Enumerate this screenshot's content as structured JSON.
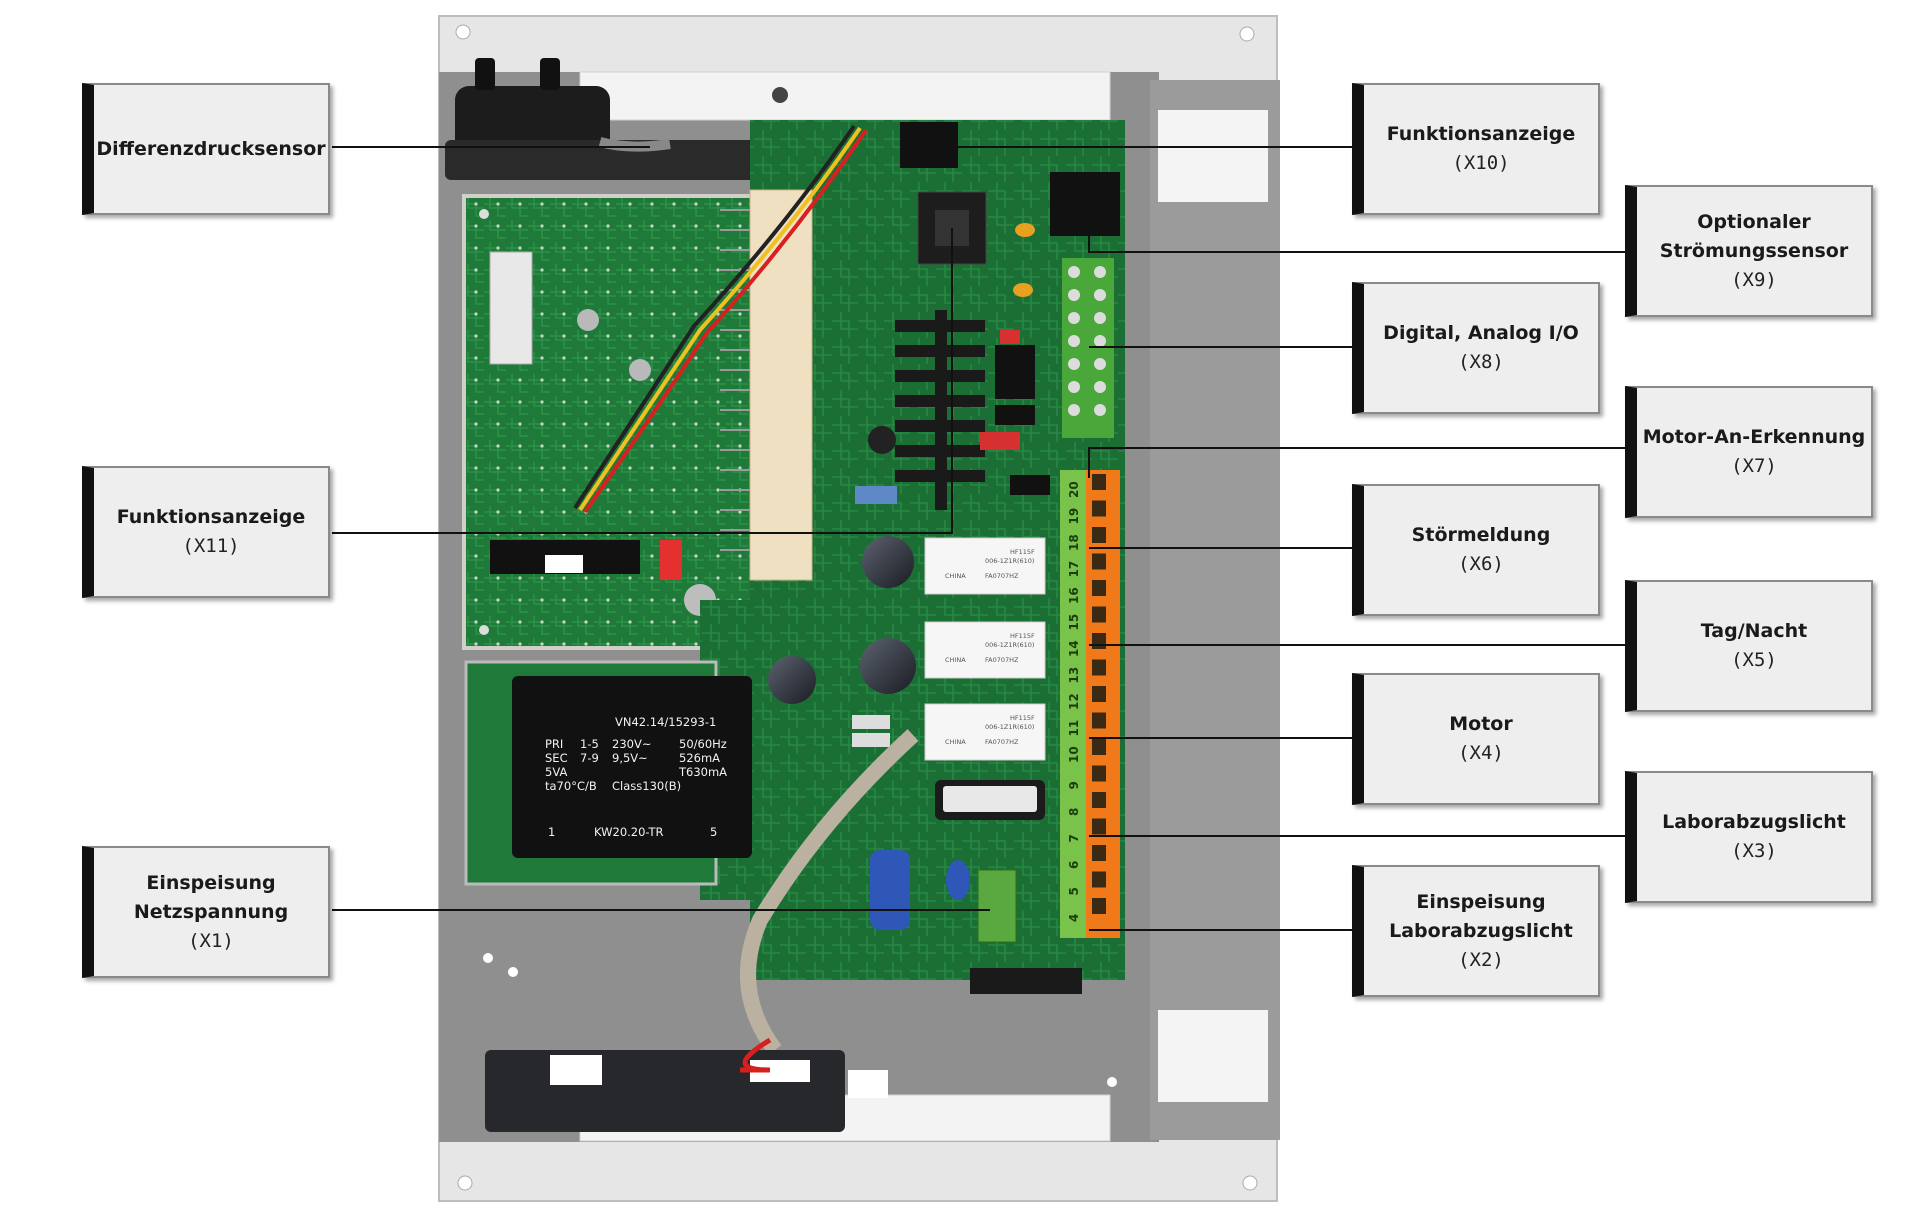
{
  "callouts": {
    "differenzdrucksensor": {
      "name": "Differenzdrucksensor",
      "code": ""
    },
    "funktionsanzeige_x11": {
      "name": "Funktionsanzeige",
      "code": "(X11)"
    },
    "einspeisung_netz": {
      "name": "Einspeisung Netzspannung",
      "code": "(X1)"
    },
    "funktionsanzeige_x10": {
      "name": "Funktionsanzeige",
      "code": "(X10)"
    },
    "stroemungssensor": {
      "name": "Optionaler Strömungssensor",
      "code": "(X9)"
    },
    "digital_analog": {
      "name": "Digital, Analog I/O",
      "code": "(X8)"
    },
    "motor_an": {
      "name": "Motor-An-Erkennung",
      "code": "(X7)"
    },
    "stoermeldung": {
      "name": "Störmeldung",
      "code": "(X6)"
    },
    "tag_nacht": {
      "name": "Tag/Nacht",
      "code": "(X5)"
    },
    "motor": {
      "name": "Motor",
      "code": "(X4)"
    },
    "laborabzugslicht": {
      "name": "Laborabzugslicht",
      "code": "(X3)"
    },
    "einspeisung_licht": {
      "name": "Einspeisung Laborabzugslicht",
      "code": "(X2)"
    }
  },
  "transformer": {
    "model": "VN42.14/15293-1",
    "rows": [
      [
        "PRI",
        "1-5",
        "230V~",
        "50/60Hz"
      ],
      [
        "SEC",
        "7-9",
        "9,5V~",
        "526mA"
      ],
      [
        "5VA",
        "",
        "",
        "T630mA"
      ],
      [
        "ta70°C/B",
        "",
        "Class130(B)",
        ""
      ]
    ],
    "pin_left": "1",
    "bottom": "KW20.20-TR",
    "pin_right": "5"
  },
  "relays": {
    "line1": "HF115F",
    "line2": "006-1Z1R(610)",
    "line3": "CHINA",
    "line4": "FA0707HZ"
  },
  "terminals": [
    "20",
    "19",
    "18",
    "17",
    "16",
    "15",
    "14",
    "13",
    "12",
    "11",
    "10",
    "9",
    "8",
    "7",
    "6",
    "5",
    "4"
  ],
  "colors": {
    "pcb_green": "#1f7a3a",
    "terminal_green": "#6fc043",
    "terminal_orange": "#f07a1a",
    "callout_bg": "#eeeeee",
    "callout_bar": "#111111"
  }
}
